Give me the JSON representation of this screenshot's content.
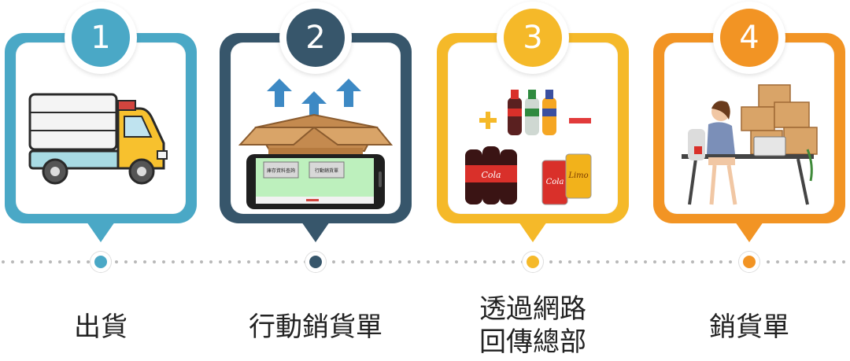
{
  "steps": [
    {
      "number": "1",
      "label_lines": [
        "出貨"
      ],
      "color": "#4aa8c6",
      "icon": "truck-icon"
    },
    {
      "number": "2",
      "label_lines": [
        "行動銷貨單"
      ],
      "color": "#37566b",
      "icon": "open-box-phone-icon"
    },
    {
      "number": "3",
      "label_lines": [
        "透過網路",
        "回傳總部"
      ],
      "color": "#f5b929",
      "icon": "beverages-icon"
    },
    {
      "number": "4",
      "label_lines": [
        "銷貨單"
      ],
      "color": "#f29424",
      "icon": "office-worker-boxes-icon"
    }
  ],
  "phone_screen": {
    "button_1": "庫存資料查詢",
    "button_2": "行動銷貨單"
  },
  "cans": {
    "can_1": "Cola",
    "can_2": "Limo"
  },
  "bottles": {
    "brand": "Cola"
  },
  "timeline_color": "#b8b8b8"
}
